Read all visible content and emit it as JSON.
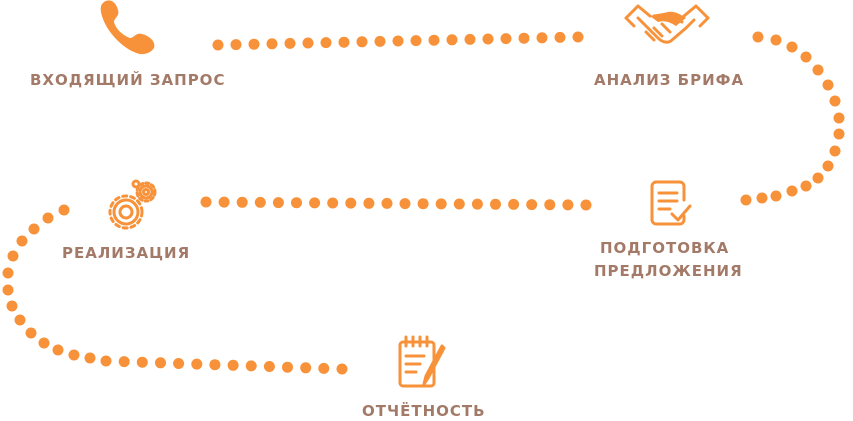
{
  "colors": {
    "accent": "#F7923A",
    "label": "#A37A68"
  },
  "steps": [
    {
      "icon": "phone-icon",
      "label": "ВХОДЯЩИЙ ЗАПРОС"
    },
    {
      "icon": "handshake-icon",
      "label": "АНАЛИЗ БРИФА"
    },
    {
      "icon": "document-check-icon",
      "label_line1": "ПОДГОТОВКА",
      "label_line2": "ПРЕДЛОЖЕНИЯ"
    },
    {
      "icon": "gears-icon",
      "label": "РЕАЛИЗАЦИЯ"
    },
    {
      "icon": "notepad-pencil-icon",
      "label": "ОТЧЁТНОСТЬ"
    }
  ]
}
